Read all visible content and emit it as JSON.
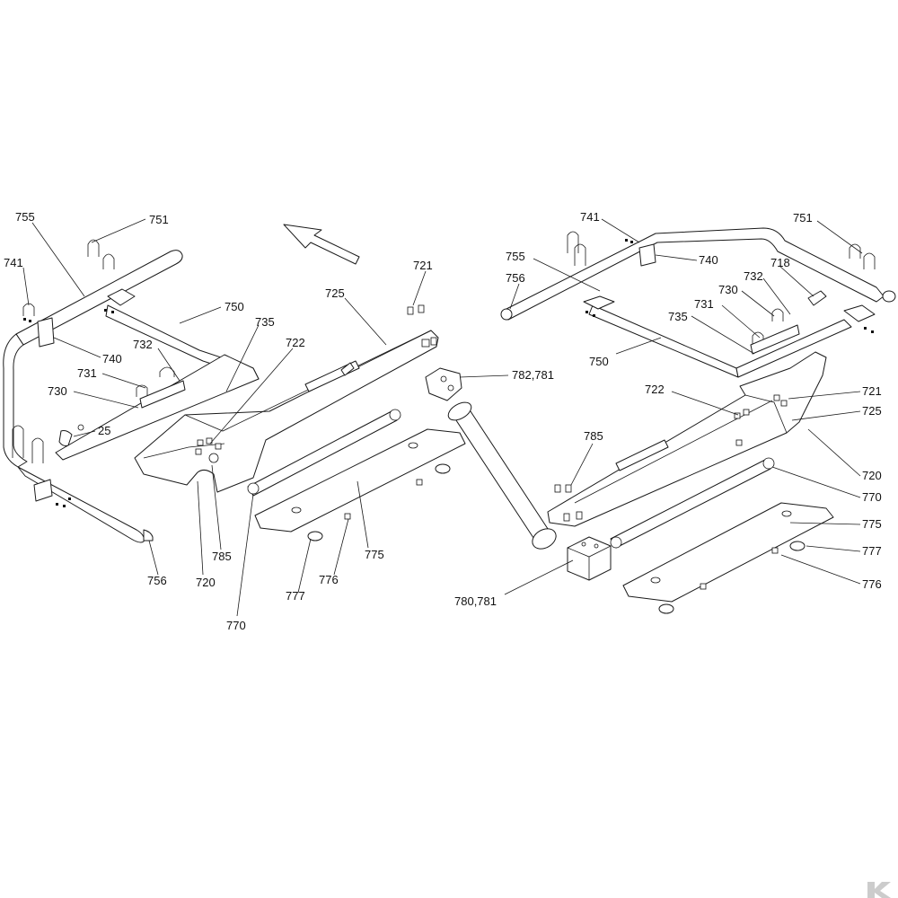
{
  "diagram": {
    "labels_left": {
      "l755": "755",
      "l751": "751",
      "l741": "741",
      "l750": "750",
      "l735": "735",
      "l740": "740",
      "l732": "732",
      "l731": "731",
      "l730": "730",
      "l25": "25",
      "l722": "722",
      "l725": "725",
      "l721": "721",
      "l782": "782,781",
      "l756": "756",
      "l720": "720",
      "l785": "785",
      "l770": "770",
      "l775": "775",
      "l776": "776",
      "l777": "777"
    },
    "labels_right": {
      "l741": "741",
      "l751": "751",
      "l755": "755",
      "l756": "756",
      "l740": "740",
      "l732": "732",
      "l718": "718",
      "l730": "730",
      "l731": "731",
      "l735": "735",
      "l750": "750",
      "l722": "722",
      "l721": "721",
      "l725": "725",
      "l785": "785",
      "l720": "720",
      "l770": "770",
      "l775": "775",
      "l777": "777",
      "l776": "776",
      "l780": "780,781"
    },
    "colors": {
      "line": "#1a1a1a",
      "logo": "#cccccc"
    },
    "icons": {
      "direction": "direction-arrow-icon",
      "logo": "brand-logo-icon"
    }
  }
}
